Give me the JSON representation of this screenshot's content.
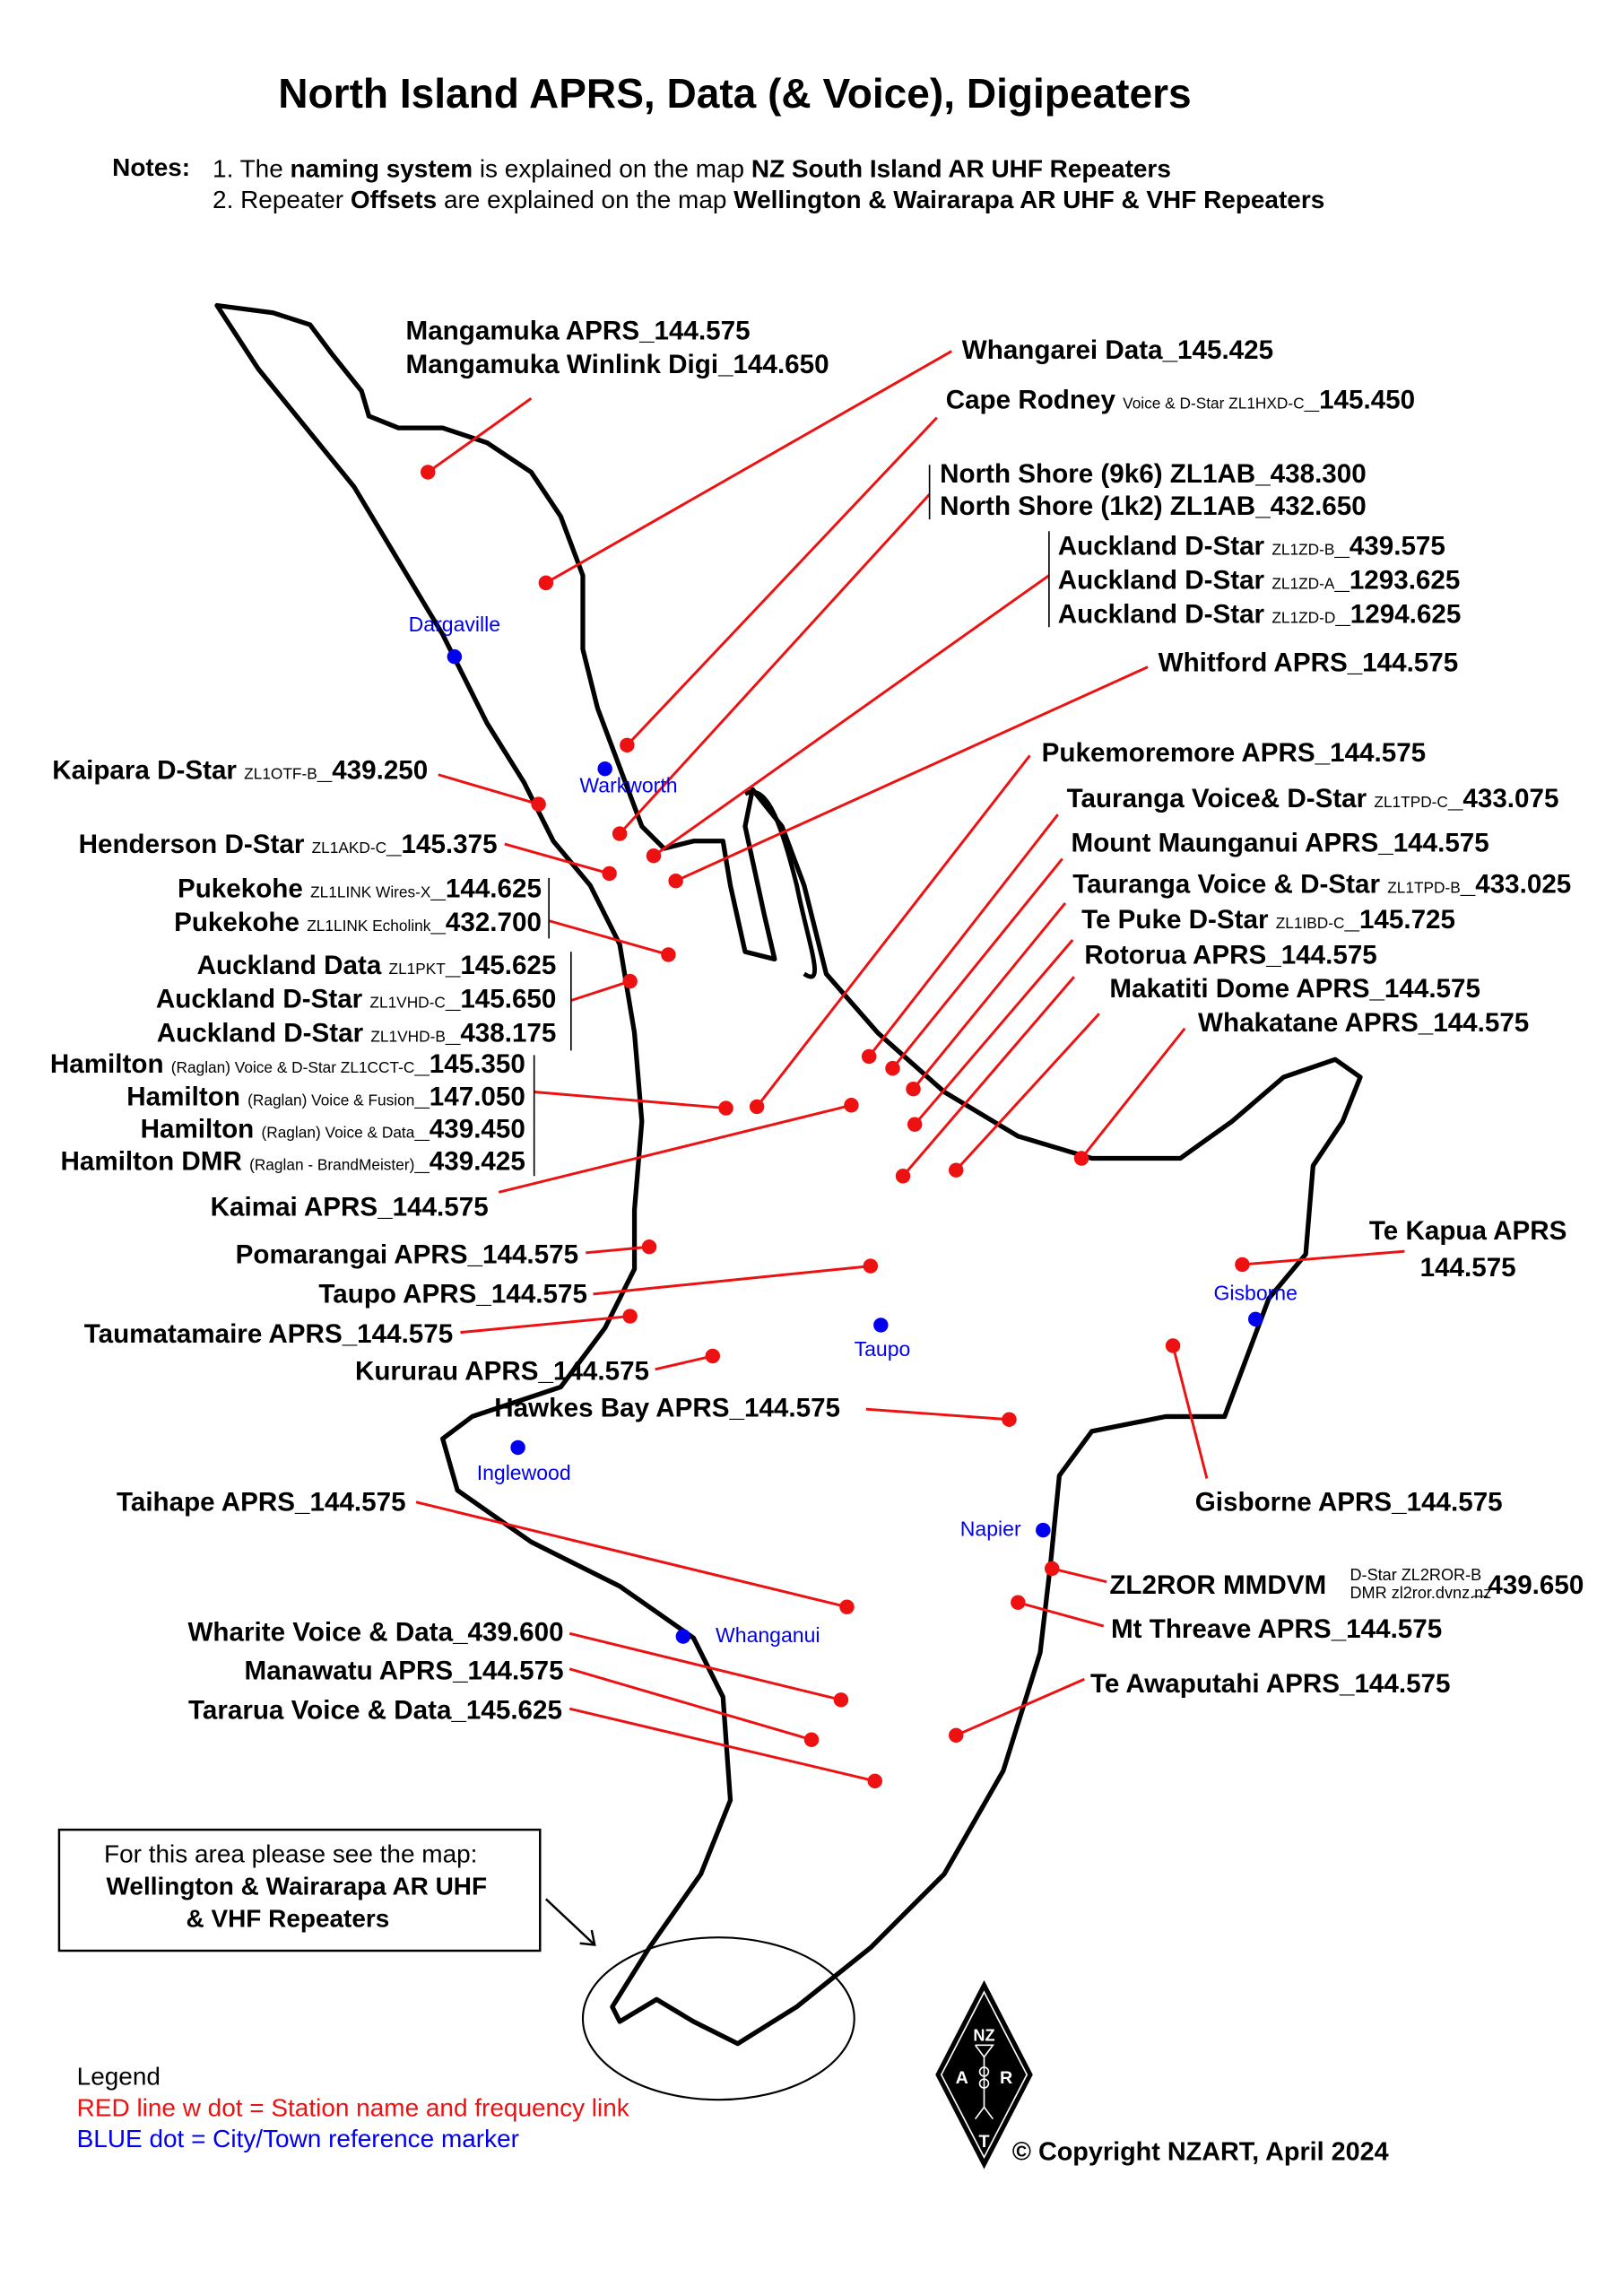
{
  "title": "North Island APRS, Data (& Voice), Digipeaters",
  "notes": {
    "label": "Notes:",
    "line1": {
      "pre": "1. The ",
      "bold1": "naming system",
      "mid": " is explained on the map ",
      "bold2": "NZ South Island AR  UHF Repeaters"
    },
    "line2": {
      "pre": "2. Repeater ",
      "bold1": "Offsets",
      "mid": " are explained on the map ",
      "bold2": "Wellington & Wairarapa AR UHF & VHF Repeaters"
    }
  },
  "colors": {
    "station": "#ee1111",
    "town": "#0000ee",
    "coast": "#000000"
  },
  "stations": [
    {
      "lines": [
        {
          "name": "Mangamuka APRS",
          "freq": "_144.575"
        },
        {
          "name": "Mangamuka Winlink Digi",
          "freq": "_144.650"
        }
      ]
    },
    {
      "lines": [
        {
          "name": "Whangarei Data",
          "freq": "_145.425"
        }
      ]
    },
    {
      "lines": [
        {
          "name": "Cape Rodney ",
          "note": "Voice & D-Star ZL1HXD-C",
          "freq": "_145.450"
        }
      ]
    },
    {
      "lines": [
        {
          "name": "North Shore (9k6) ZL1AB",
          "freq": "_438.300"
        },
        {
          "name": "North Shore (1k2) ZL1AB",
          "freq": "_432.650"
        }
      ]
    },
    {
      "lines": [
        {
          "name": "Auckland D-Star ",
          "note": "ZL1ZD-B",
          "freq": "_439.575"
        },
        {
          "name": "Auckland D-Star ",
          "note": "ZL1ZD-A",
          "freq": "_1293.625"
        },
        {
          "name": "Auckland D-Star ",
          "note": "ZL1ZD-D",
          "freq": "_1294.625"
        }
      ]
    },
    {
      "lines": [
        {
          "name": "Whitford APRS",
          "freq": "_144.575"
        }
      ]
    },
    {
      "lines": [
        {
          "name": "Pukemoremore APRS",
          "freq": "_144.575"
        }
      ]
    },
    {
      "lines": [
        {
          "name": "Tauranga Voice& D-Star ",
          "note": "ZL1TPD-C",
          "freq": "_433.075"
        }
      ]
    },
    {
      "lines": [
        {
          "name": "Mount Maunganui APRS",
          "freq": "_144.575"
        }
      ]
    },
    {
      "lines": [
        {
          "name": "Tauranga Voice & D-Star ",
          "note": "ZL1TPD-B",
          "freq": "_433.025"
        }
      ]
    },
    {
      "lines": [
        {
          "name": "Te Puke D-Star ",
          "note": "ZL1IBD-C",
          "freq": "_145.725"
        }
      ]
    },
    {
      "lines": [
        {
          "name": "Rotorua APRS",
          "freq": "_144.575"
        }
      ]
    },
    {
      "lines": [
        {
          "name": "Makatiti Dome APRS",
          "freq": "_144.575"
        }
      ]
    },
    {
      "lines": [
        {
          "name": "Whakatane APRS",
          "freq": "_144.575"
        }
      ]
    },
    {
      "lines": [
        {
          "name": "Te Kapua APRS"
        },
        {
          "freq": "144.575"
        }
      ]
    },
    {
      "lines": [
        {
          "name": "Gisborne APRS",
          "freq": "_144.575"
        }
      ]
    },
    {
      "lines": [
        {
          "name": "ZL2ROR MMDVM ",
          "note_top": "D-Star ZL2ROR-B",
          "note_bottom": "DMR zl2ror.dvnz.nz",
          "freq": "_439.650"
        }
      ]
    },
    {
      "lines": [
        {
          "name": "Mt Threave APRS",
          "freq": "_144.575"
        }
      ]
    },
    {
      "lines": [
        {
          "name": "Te Awaputahi APRS",
          "freq": "_144.575"
        }
      ]
    },
    {
      "lines": [
        {
          "name": "Kaipara D-Star ",
          "note": "ZL1OTF-B",
          "freq": "_439.250"
        }
      ]
    },
    {
      "lines": [
        {
          "name": "Henderson D-Star ",
          "note": "ZL1AKD-C",
          "freq": "_145.375"
        }
      ]
    },
    {
      "lines": [
        {
          "name": "Pukekohe ",
          "note": "ZL1LINK Wires-X",
          "freq": "_144.625"
        },
        {
          "name": "Pukekohe ",
          "note": "ZL1LINK Echolink",
          "freq": "_432.700"
        }
      ]
    },
    {
      "lines": [
        {
          "name": "Auckland Data ",
          "note": "ZL1PKT",
          "freq": "_145.625"
        },
        {
          "name": "Auckland D-Star ",
          "note": "ZL1VHD-C",
          "freq": "_145.650"
        },
        {
          "name": "Auckland D-Star ",
          "note": "ZL1VHD-B",
          "freq": "_438.175"
        }
      ]
    },
    {
      "lines": [
        {
          "name": "Hamilton ",
          "note": "(Raglan) Voice & D-Star ZL1CCT-C",
          "freq": "_145.350"
        },
        {
          "name": "Hamilton ",
          "note": "(Raglan) Voice & Fusion",
          "freq": "_147.050"
        },
        {
          "name": "Hamilton ",
          "note": "(Raglan) Voice & Data",
          "freq": "_439.450"
        },
        {
          "name": "Hamilton DMR ",
          "note": "(Raglan - BrandMeister)",
          "freq": "_439.425"
        }
      ]
    },
    {
      "lines": [
        {
          "name": "Kaimai APRS",
          "freq": "_144.575"
        }
      ]
    },
    {
      "lines": [
        {
          "name": "Pomarangai APRS",
          "freq": "_144.575"
        }
      ]
    },
    {
      "lines": [
        {
          "name": "Taupo APRS",
          "freq": "_144.575"
        }
      ]
    },
    {
      "lines": [
        {
          "name": "Taumatamaire APRS",
          "freq": "_144.575"
        }
      ]
    },
    {
      "lines": [
        {
          "name": "Kururau APRS",
          "freq": "_144.575"
        }
      ]
    },
    {
      "lines": [
        {
          "name": "Hawkes Bay APRS",
          "freq": "_144.575"
        }
      ]
    },
    {
      "lines": [
        {
          "name": "Taihape APRS",
          "freq": "_144.575"
        }
      ]
    },
    {
      "lines": [
        {
          "name": "Wharite Voice & Data",
          "freq": "_439.600"
        }
      ]
    },
    {
      "lines": [
        {
          "name": "Manawatu APRS",
          "freq": "_144.575"
        }
      ]
    },
    {
      "lines": [
        {
          "name": "Tararua Voice & Data",
          "freq": "_145.625"
        }
      ]
    }
  ],
  "towns": [
    "Dargaville",
    "Warkworth",
    "Gisborne",
    "Taupo",
    "Inglewood",
    "Napier",
    "Whanganui"
  ],
  "see_box": {
    "line1": "For this area please see the map:",
    "line2": "Wellington & Wairarapa AR UHF",
    "line3": "& VHF Repeaters"
  },
  "legend": {
    "title": "Legend",
    "red": "RED line w dot = Station name and frequency link",
    "blue": "BLUE dot = City/Town reference marker"
  },
  "logo": {
    "top": "NZ",
    "left": "A",
    "right": "R",
    "bottom": "T"
  },
  "copyright": "© Copyright NZART, April 2024"
}
